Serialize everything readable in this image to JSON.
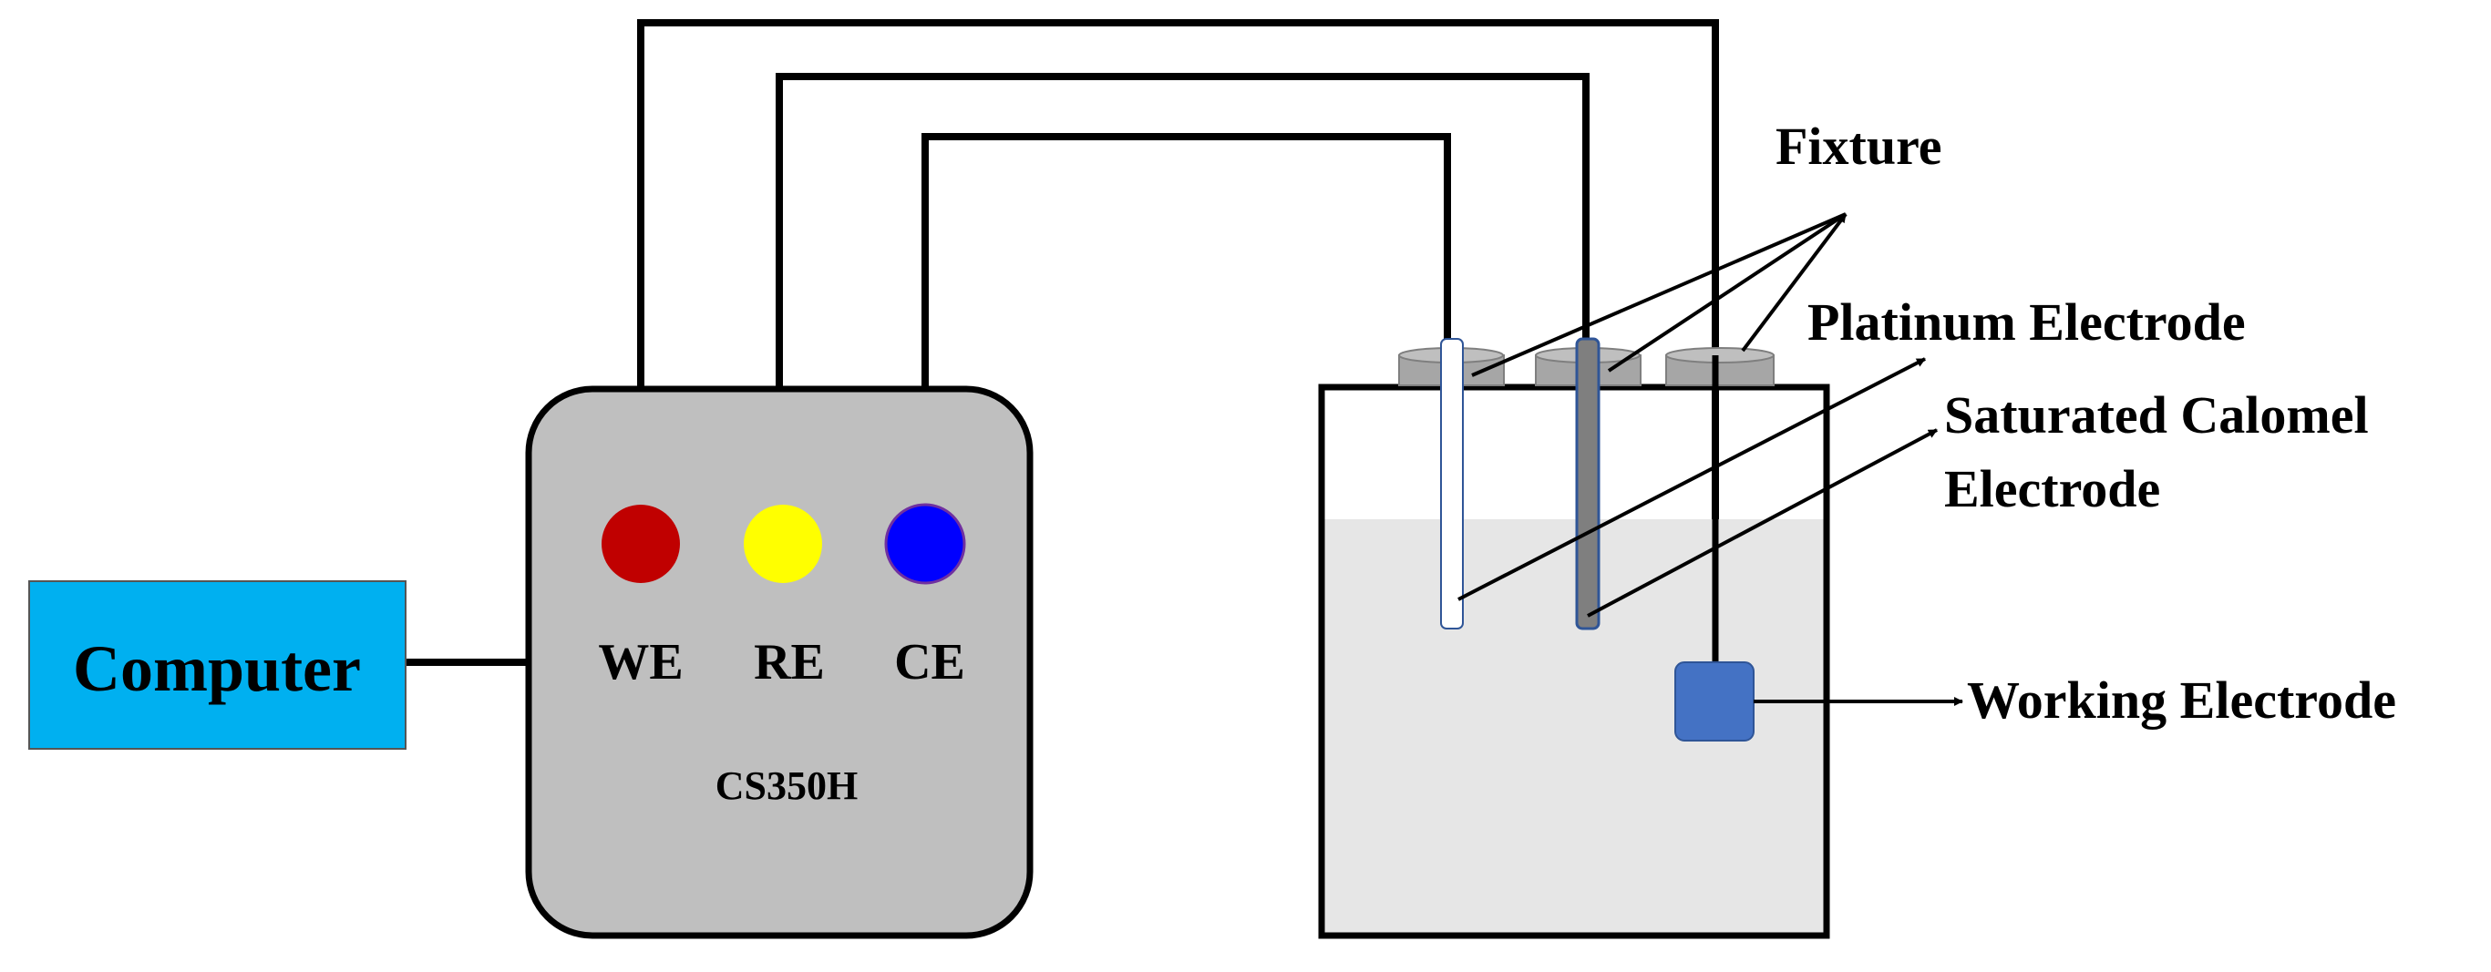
{
  "computer": {
    "label": "Computer",
    "fill": "#00B0F0"
  },
  "workstation": {
    "model_label": "CS350H",
    "fill": "#BFBFBF",
    "terminals": [
      {
        "label": "WE",
        "color": "#C00000"
      },
      {
        "label": "RE",
        "color": "#FFFF00"
      },
      {
        "label": "CE",
        "color": "#0000FF"
      }
    ]
  },
  "cell": {
    "solution_fill": "#E6E6E6"
  },
  "labels": {
    "fixture": "Fixture",
    "platinum_electrode": "Platinum Electrode",
    "calomel_line1": "Saturated Calomel",
    "calomel_line2": "Electrode",
    "working_electrode": "Working Electrode"
  },
  "colors": {
    "wire": "#000000",
    "fixture": "#A6A6A6",
    "platinum_rod": "#FFFFFF",
    "calomel_rod": "#7F7F7F",
    "working_electrode": "#4472C4"
  }
}
